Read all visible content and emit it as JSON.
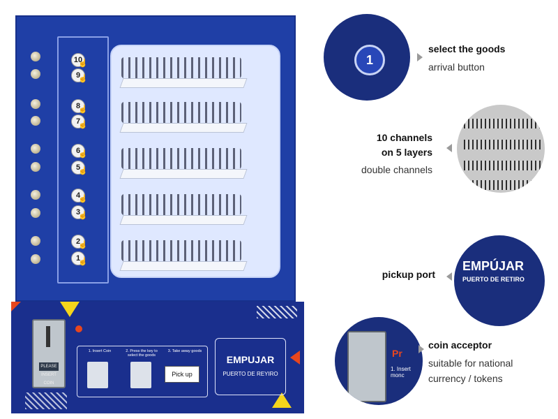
{
  "callouts": {
    "select": {
      "title": "select the goods",
      "subtitle": "arrival button",
      "icon": "selection-button-icon",
      "button_number": "1"
    },
    "channels": {
      "title_line1": "10 channels",
      "title_line2": "on 5 layers",
      "subtitle": "double channels",
      "icon": "spiral-coil-icon"
    },
    "pickup": {
      "title": "pickup port",
      "sign_big": "EMPÚJAR",
      "sign_small": "PUERTO DE RETIRO"
    },
    "coin": {
      "title": "coin acceptor",
      "subtitle_line1": "suitable for national",
      "subtitle_line2": "currency / tokens",
      "panel_prefix": "Pr",
      "panel_instr": "1. Insert monc"
    }
  },
  "machine": {
    "selection_buttons": [
      "10",
      "9",
      "8",
      "7",
      "6",
      "5",
      "4",
      "3",
      "2",
      "1"
    ],
    "instructions": {
      "step1": "1. Insert Coin",
      "step2": "2. Press the key to select the goods",
      "step3": "3. Take away goods",
      "pick_up": "Pick up"
    },
    "door": {
      "big": "EMPUJAR",
      "small": "PUERTO DE REYIRO"
    },
    "coin_acceptor_label": "PLEASE INSERT COIN",
    "colors": {
      "body_blue": "#1f3fa6",
      "panel_blue": "#1a2f8d",
      "accent_red": "#e8461e",
      "accent_yellow": "#f5d51b"
    }
  }
}
